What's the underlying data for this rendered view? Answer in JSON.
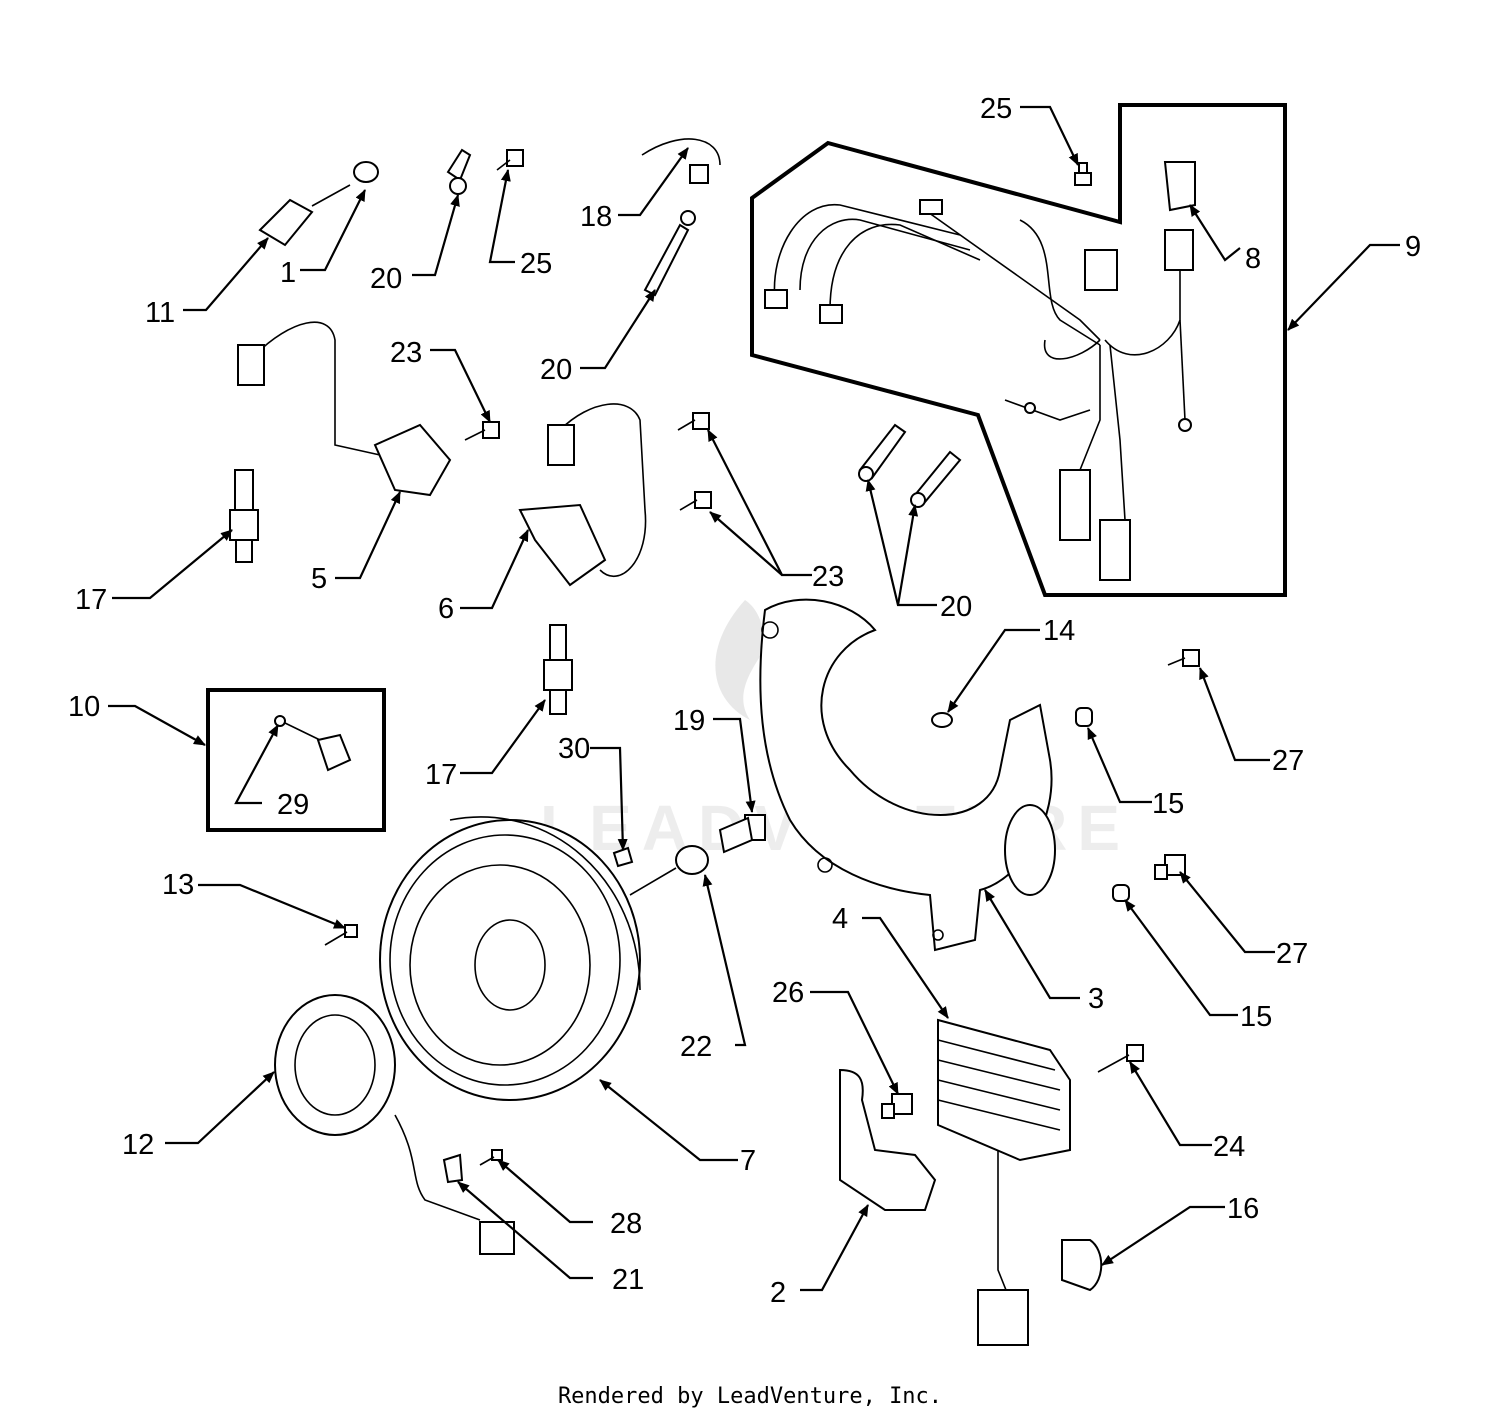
{
  "footer": {
    "text": "Rendered by LeadVenture, Inc."
  },
  "watermark": {
    "text": "LEADVENTURE"
  },
  "callouts": [
    {
      "num": "1"
    },
    {
      "num": "2"
    },
    {
      "num": "3"
    },
    {
      "num": "4"
    },
    {
      "num": "5"
    },
    {
      "num": "6"
    },
    {
      "num": "7"
    },
    {
      "num": "8"
    },
    {
      "num": "9"
    },
    {
      "num": "10"
    },
    {
      "num": "11"
    },
    {
      "num": "12"
    },
    {
      "num": "13"
    },
    {
      "num": "14"
    },
    {
      "num": "15"
    },
    {
      "num": "15"
    },
    {
      "num": "16"
    },
    {
      "num": "17"
    },
    {
      "num": "17"
    },
    {
      "num": "18"
    },
    {
      "num": "19"
    },
    {
      "num": "20"
    },
    {
      "num": "20"
    },
    {
      "num": "20"
    },
    {
      "num": "21"
    },
    {
      "num": "22"
    },
    {
      "num": "23"
    },
    {
      "num": "23"
    },
    {
      "num": "24"
    },
    {
      "num": "25"
    },
    {
      "num": "25"
    },
    {
      "num": "26"
    },
    {
      "num": "27"
    },
    {
      "num": "27"
    },
    {
      "num": "28"
    },
    {
      "num": "29"
    },
    {
      "num": "30"
    }
  ]
}
